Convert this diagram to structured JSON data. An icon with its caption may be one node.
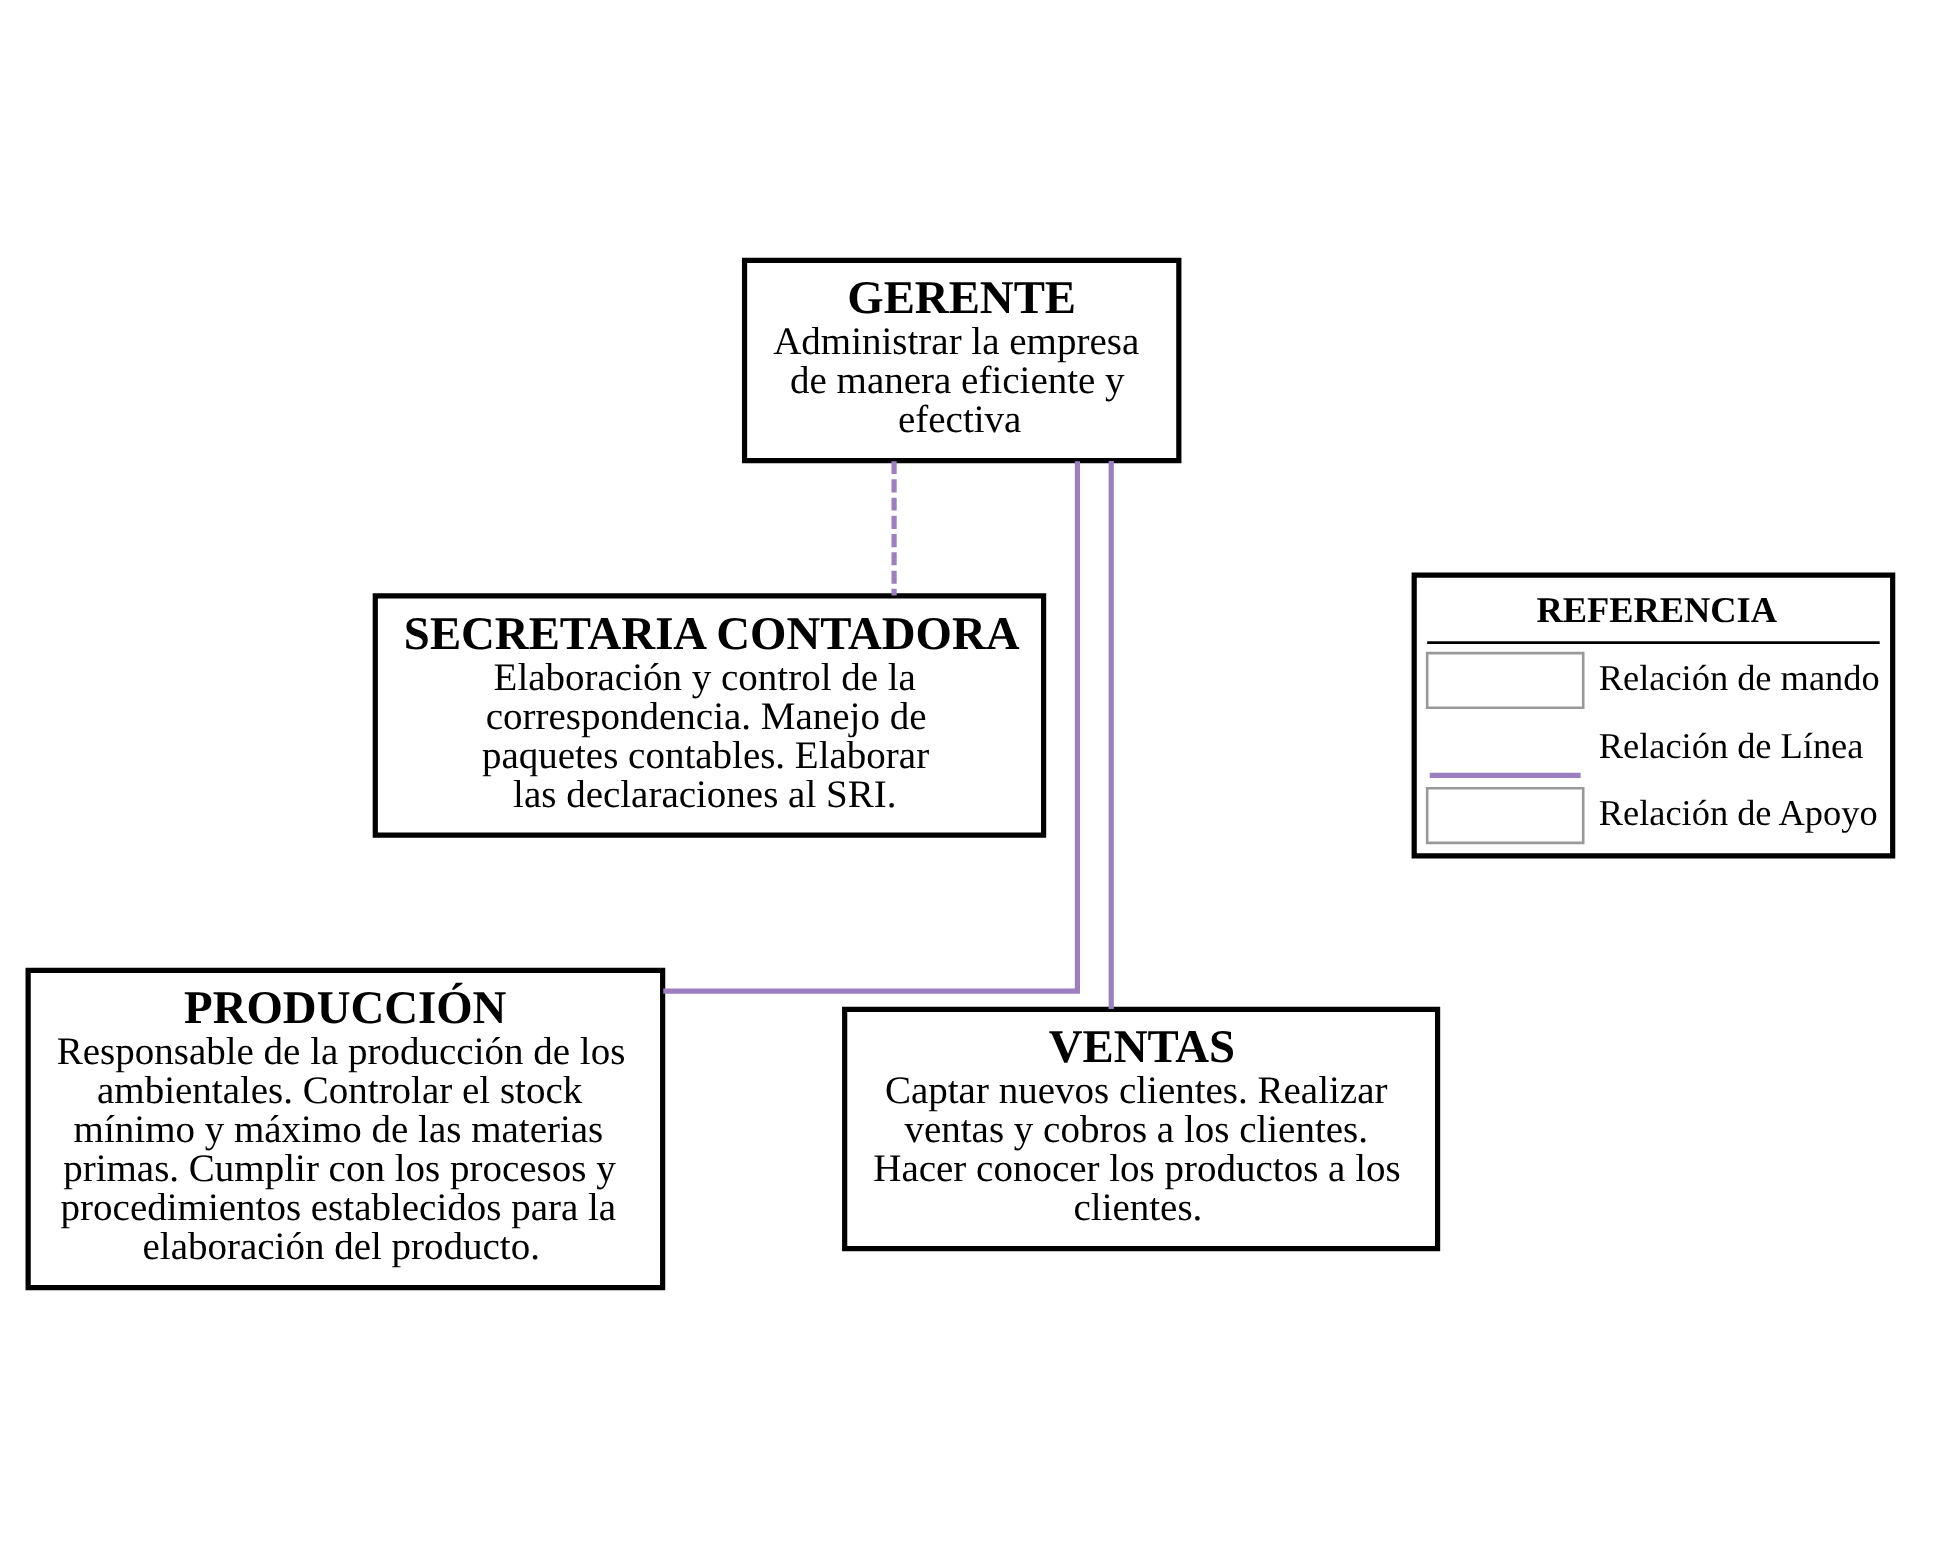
{
  "diagram": {
    "nodes": [
      {
        "text": [
          "GERENTE",
          "Administrar la empresa de manera eficiente y efectiva"
        ]
      },
      {
        "text": [
          "SECRETARIA CONTADORA",
          "Elaboración y control de la correspondencia. Manejo de paquetes contables. Elaborar las declaraciones al SRI."
        ]
      },
      {
        "text": [
          "PRODUCCIÓN",
          "Responsable de la producción de los ambientales. Controlar el stock mínimo y máximo de las materias primas. Cumplir con los procesos y procedimientos establecidos para la elaboración del producto."
        ]
      },
      {
        "text": [
          "VENTAS",
          "Captar nuevos clientes. Realizar ventas y cobros a los clientes. Hacer conocer los productos a los clientes."
        ]
      }
    ],
    "edges": [
      {
        "from": 0,
        "to": 1,
        "arrow": "none",
        "style": "dashed"
      },
      {
        "from": 0,
        "to": 2,
        "arrow": "none"
      },
      {
        "from": 0,
        "to": 3,
        "arrow": "none"
      }
    ],
    "labels": [
      "REFERENCIA"
    ],
    "legend": [
      {
        "text": "Relación de mando"
      },
      {
        "text": "Relación de Línea"
      },
      {
        "text": "Relación de Apoyo"
      }
    ]
  }
}
